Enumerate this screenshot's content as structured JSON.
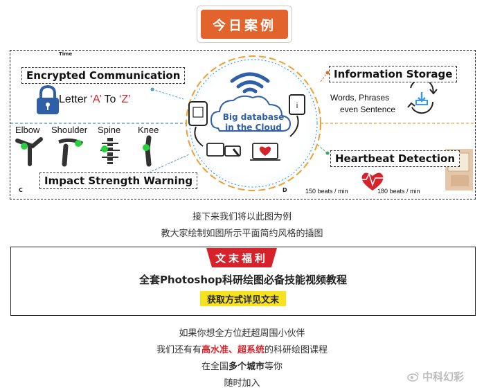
{
  "header": {
    "badge": "今日案例"
  },
  "figure": {
    "time_label": "Time",
    "panel_c": "C",
    "panel_d": "D",
    "encrypted": "Encrypted Communication",
    "letter_prefix": "Letter ",
    "letter_a": "‘A’",
    "letter_to": " To ",
    "letter_z": "‘Z’",
    "joints": [
      "Elbow",
      "Shoulder",
      "Spine",
      "Knee"
    ],
    "impact": "Impact Strength Warning",
    "cloud_line1": "Big database",
    "cloud_line2": "in the Cloud",
    "info_storage": "Information Storage",
    "words_line1": "Words, Phrases",
    "words_line2": "even Sentence",
    "heartbeat": "Heartbeat Detection",
    "beats_150": "150 beats / min",
    "beats_180": "180 beats / min"
  },
  "captions": {
    "line1": "接下来我们将以此图为例",
    "line2": "教大家绘制如图所示平面简约风格的插图"
  },
  "promo": {
    "tab": "文末福利",
    "title": "全套Photoshop科研绘图必备技能视频教程",
    "highlight": "获取方式详见文末"
  },
  "footer": {
    "line1": "如果你想全方位赶超周围小伙伴",
    "line2_pre": "我们还有有",
    "line2_red": "高水准、超系统",
    "line2_post": "的科研绘图课程",
    "line3_pre": "在全国",
    "line3_bold1": "多个",
    "line3_bold2": "城市",
    "line3_post": "等你",
    "line4": "随时加入"
  },
  "watermark": "中科幻彩",
  "colors": {
    "accent_orange": "#e2632b",
    "promo_red": "#d6232b",
    "highlight_yellow": "#f6e21d",
    "cloud_blue": "#2e5fa8"
  }
}
